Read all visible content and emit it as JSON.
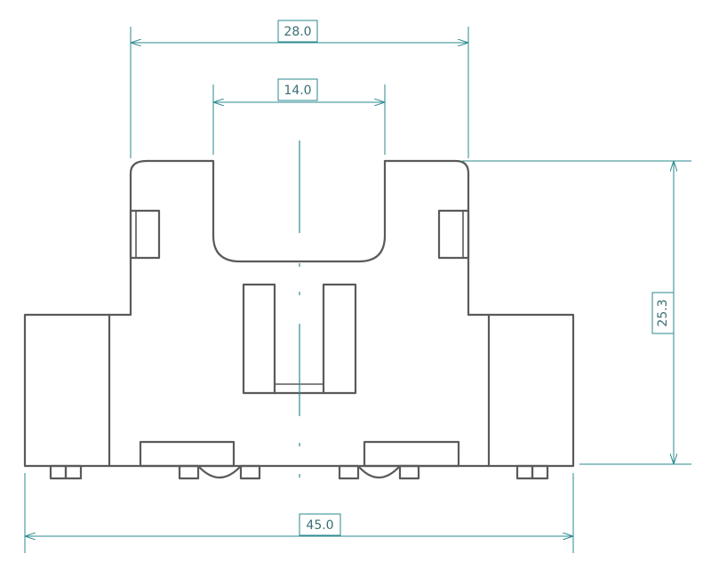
{
  "colors": {
    "part_outline": "#5a5a5a",
    "dimension": "#2a8a8f",
    "label_text": "#3a6f73",
    "background": "#ffffff"
  },
  "dimensions": {
    "top_width": "28.0",
    "inner_width": "14.0",
    "height": "25.3",
    "total_width": "45.0"
  }
}
